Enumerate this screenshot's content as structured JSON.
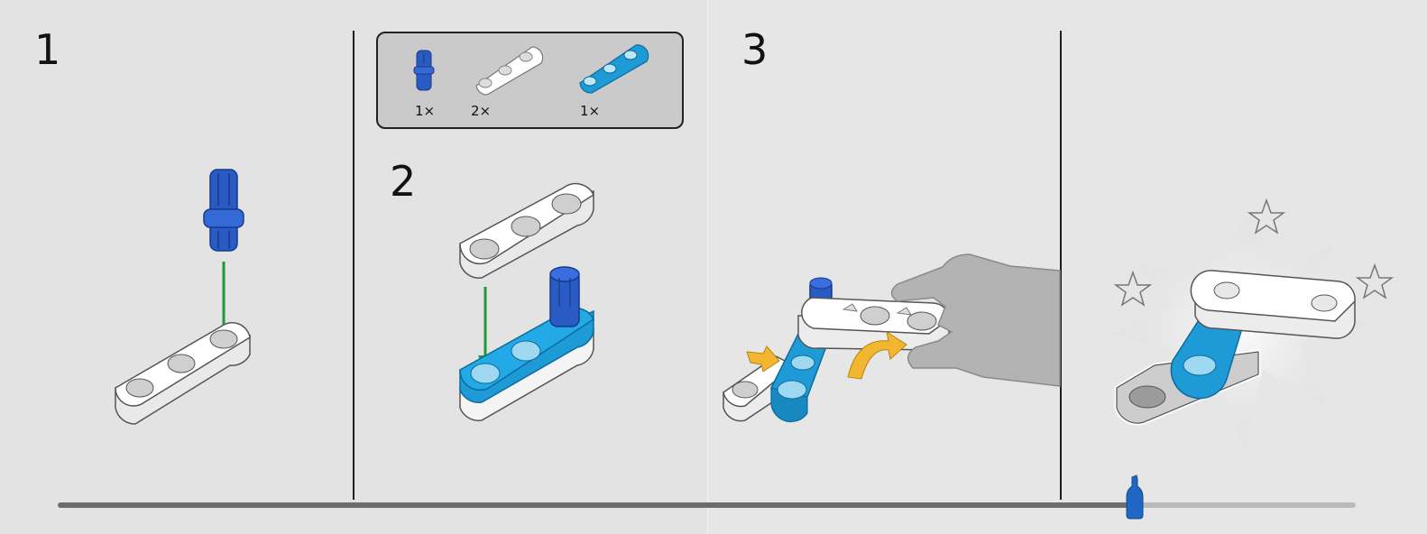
{
  "steps": [
    {
      "number": "1"
    },
    {
      "number": "2"
    },
    {
      "number": "3"
    }
  ],
  "parts_list": {
    "items": [
      {
        "part": "blue-pin",
        "quantity": "1×"
      },
      {
        "part": "white-3-hole-beam",
        "quantity": "2×"
      },
      {
        "part": "azure-3-hole-beam",
        "quantity": "1×"
      }
    ]
  },
  "progress": {
    "fraction": 0.83
  },
  "colors": {
    "pin_blue": "#2a5bc4",
    "beam_azure": "#1e9ad6",
    "beam_white": "#ffffff",
    "arrow_green": "#1f9a3a",
    "arrow_yellow": "#f2b630",
    "hand_gray": "#b3b3b3",
    "background": "#e3e3e3"
  }
}
